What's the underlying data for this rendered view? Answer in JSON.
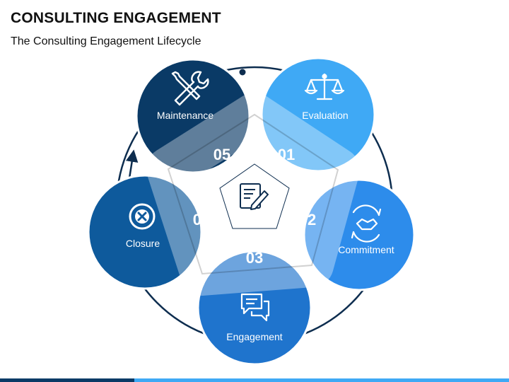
{
  "header": {
    "title": "CONSULTING ENGAGEMENT",
    "subtitle": "The Consulting Engagement Lifecycle"
  },
  "colors": {
    "evaluation": "#3FA9F5",
    "commitment": "#2D8CEB",
    "engagement": "#1F74CD",
    "closure": "#0E5A9C",
    "maintenance": "#0A3A66",
    "cycle_line": "#0D2D4F",
    "footer_dark": "#0A3A66",
    "footer_light": "#3FA9F5"
  },
  "stages": [
    {
      "number": "01",
      "label": "Evaluation",
      "icon": "scale-icon"
    },
    {
      "number": "02",
      "label": "Commitment",
      "icon": "handshake-cycle-icon"
    },
    {
      "number": "03",
      "label": "Engagement",
      "icon": "chat-bubbles-icon"
    },
    {
      "number": "04",
      "label": "Closure",
      "icon": "close-circle-icon"
    },
    {
      "number": "05",
      "label": "Maintenance",
      "icon": "tools-icon"
    }
  ],
  "center_icon": "document-pen-icon"
}
